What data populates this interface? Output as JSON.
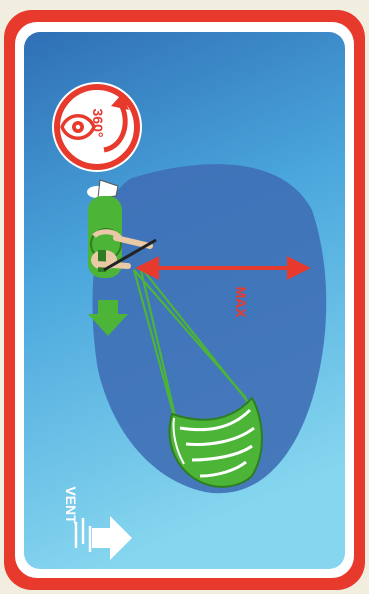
{
  "card": {
    "colors": {
      "frame": "#e8392d",
      "sky_top": "#2f6fb5",
      "sky_bottom": "#7fd2ee",
      "zone": "#3f6fb6",
      "kite": "#4cb437",
      "arrow_red": "#e8392d"
    }
  },
  "badge": {
    "icon": "eye-with-rotation-arrow-icon",
    "label": "360°"
  },
  "diagram": {
    "distance_label": "MAX",
    "wind_label": "VENT",
    "drift_icon": "down-arrow-icon"
  }
}
